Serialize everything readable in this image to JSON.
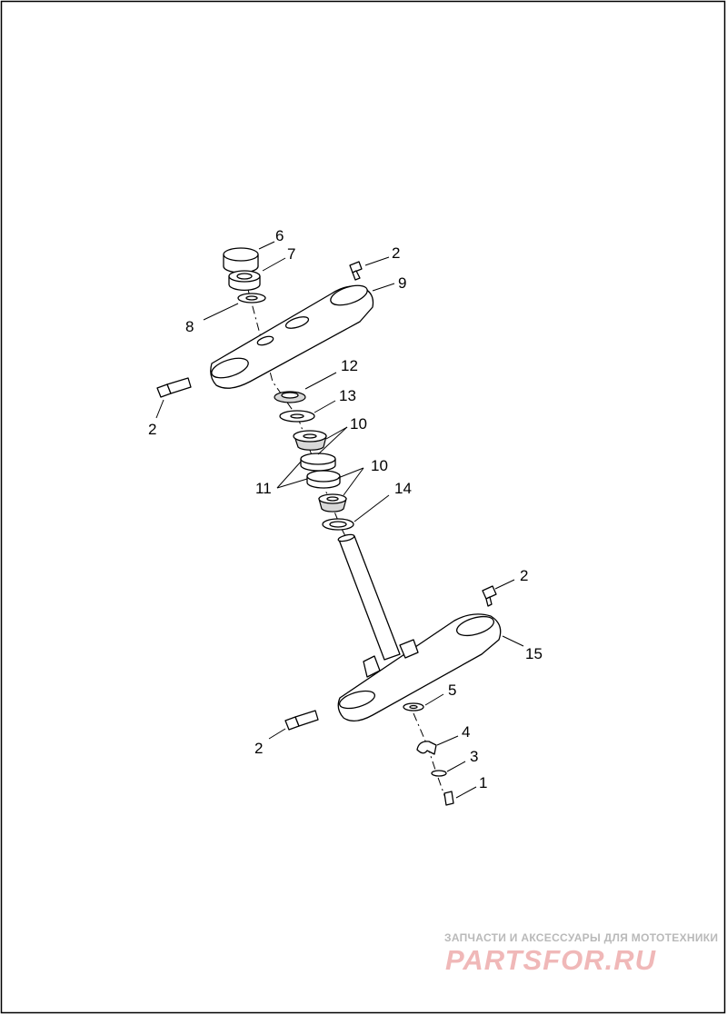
{
  "diagram": {
    "callouts": {
      "c6": "6",
      "c7": "7",
      "c2a": "2",
      "c9": "9",
      "c8": "8",
      "c2b": "2",
      "c12": "12",
      "c13": "13",
      "c10a": "10",
      "c11": "11",
      "c10b": "10",
      "c14": "14",
      "c2c": "2",
      "c15": "15",
      "c5": "5",
      "c2d": "2",
      "c4": "4",
      "c3": "3",
      "c1": "1"
    }
  },
  "watermark": {
    "tagline": "ЗАПЧАСТИ И АКСЕССУАРЫ ДЛЯ МОТОТЕХНИКИ",
    "logo": "PARTSFOR.RU"
  },
  "colors": {
    "line": "#000000",
    "watermark_logo": "#f0b8b8",
    "watermark_text": "#b9b9b9"
  }
}
